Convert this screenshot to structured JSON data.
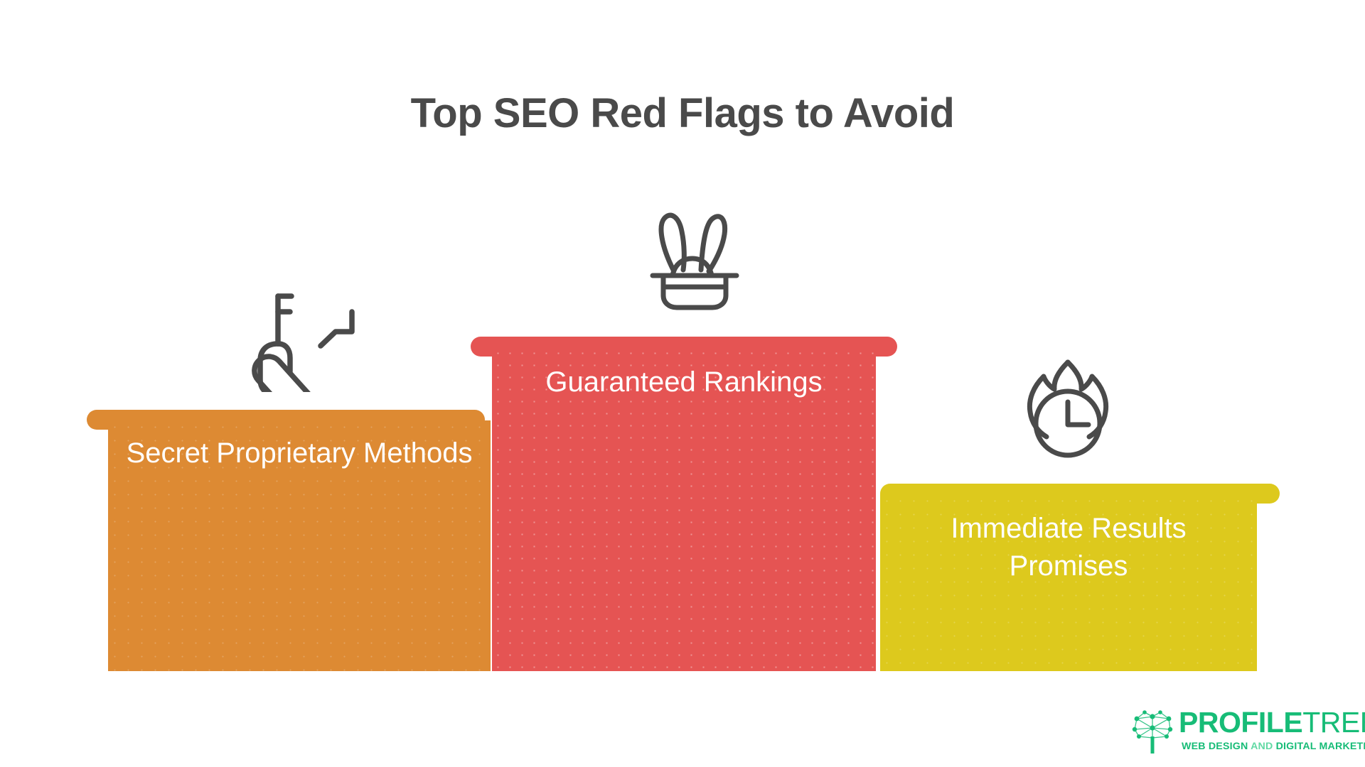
{
  "title": "Top SEO Red Flags to Avoid",
  "background_color": "#ffffff",
  "title_color": "#4a4a4a",
  "chart_data": {
    "type": "bar",
    "title": "Top SEO Red Flags to Avoid",
    "xlabel": "",
    "ylabel": "",
    "grid": false,
    "legend_position": "none",
    "layout": "podium / ranked bars, center bar tallest",
    "categories": [
      "Secret Proprietary Methods",
      "Guaranteed Rankings",
      "Immediate Results Promises"
    ],
    "values": [
      3,
      5,
      2
    ],
    "value_unit": "relative bar height (podium rank)",
    "colors": [
      "#dd8a33",
      "#e55453",
      "#ddc91d"
    ]
  },
  "podiums": [
    {
      "id": "secret-proprietary-methods",
      "label": "Secret Proprietary Methods",
      "color": "#dd8a33",
      "cap_color": "#dd8a33",
      "text_color": "#ffffff",
      "rank_height": 3,
      "icon": "lockpick-key-icon",
      "textured": false
    },
    {
      "id": "guaranteed-rankings",
      "label": "Guaranteed Rankings",
      "color": "#e55453",
      "cap_color": "#e55453",
      "text_color": "#ffffff",
      "rank_height": 5,
      "icon": "magic-hat-rabbit-icon",
      "textured": true
    },
    {
      "id": "immediate-results-promises",
      "label": "Immediate Results Promises",
      "color": "#ddc91d",
      "cap_color": "#ddc91d",
      "text_color": "#ffffff",
      "rank_height": 2,
      "icon": "flame-clock-icon",
      "textured": true
    }
  ],
  "brand": {
    "name_bold": "PROFILE",
    "name_light": "TREE",
    "tagline_part1": "WEB DESIGN",
    "tagline_and": "AND",
    "tagline_part2": "DIGITAL MARKETING",
    "color": "#17bc77",
    "mark": "tree-network-icon"
  }
}
